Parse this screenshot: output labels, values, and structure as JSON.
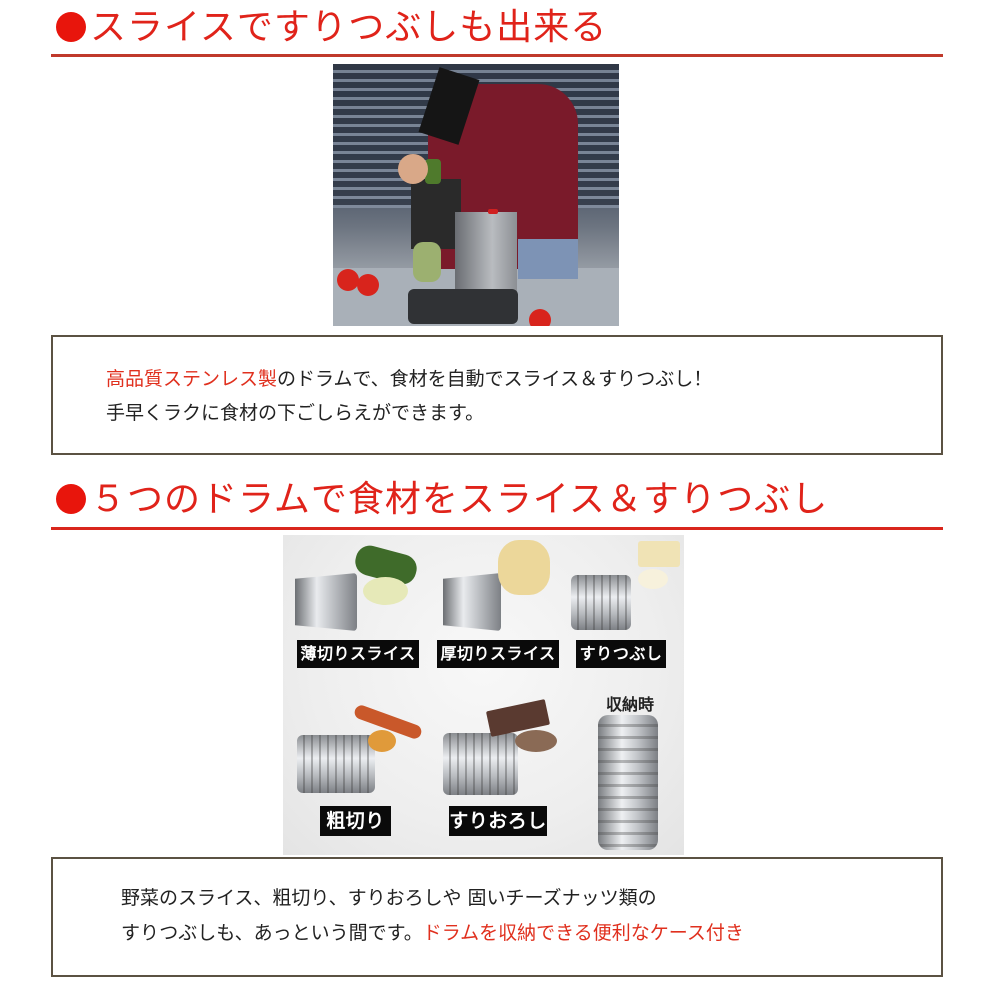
{
  "sections": [
    {
      "heading": "スライスですりつぶしも出来る",
      "bullet_color": "#e8150c",
      "rule_color": "#c0392b",
      "photo": {
        "subject": "woman-using-electric-slicer",
        "description": "Woman in burgundy sweater feeding zucchini into a stainless electric slicer on a kitchen counter"
      },
      "description": {
        "line1_highlight": "高品質ステンレス製",
        "line1_rest": "のドラムで、食材を自動でスライス＆すりつぶし！",
        "line2": "手早くラクに食材の下ごしらえができます。"
      }
    },
    {
      "heading": "５つのドラムで食材をスライス＆すりつぶし",
      "bullet_color": "#e8150c",
      "rule_color": "#d9261c",
      "drums": [
        {
          "label": "薄切りスライス",
          "food": "zucchini"
        },
        {
          "label": "厚切りスライス",
          "food": "potato"
        },
        {
          "label": "すりつぶし",
          "food": "cheese"
        },
        {
          "label": "粗切り",
          "food": "carrot"
        },
        {
          "label": "すりおろし",
          "food": "chocolate"
        }
      ],
      "storage_label": "収納時",
      "description": {
        "line1": "野菜のスライス、粗切り、すりおろしや 固いチーズナッツ類の",
        "line2_rest": "すりつぶしも、あっという間です。",
        "line2_highlight": "ドラムを収納できる便利なケース付き"
      }
    }
  ],
  "colors": {
    "heading_red": "#e0231a",
    "highlight_red": "#e0301e",
    "box_border": "#5b5243",
    "body_text": "#222222"
  }
}
